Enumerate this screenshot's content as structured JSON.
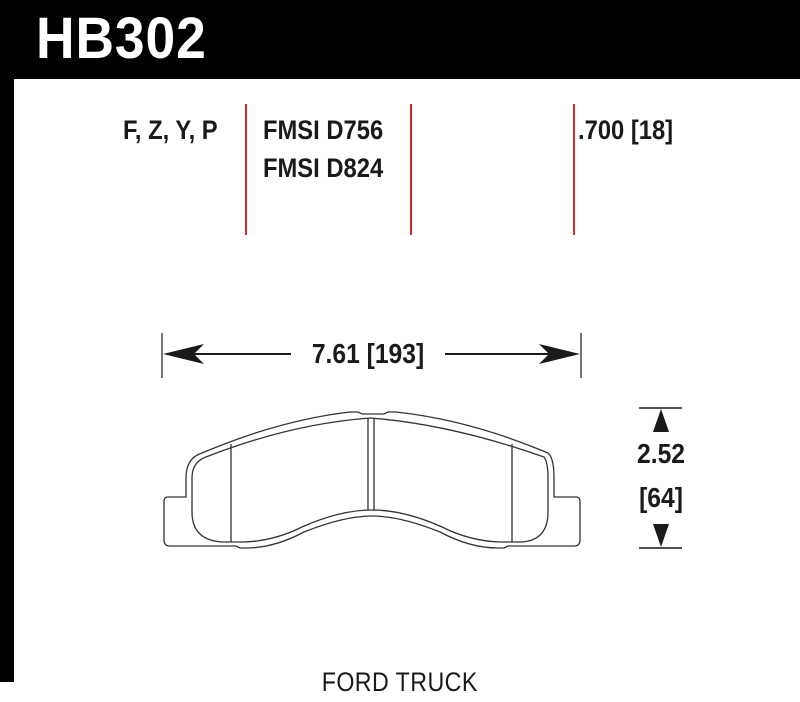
{
  "header": {
    "part_number": "HB302"
  },
  "specs": {
    "compounds": "F, Z, Y, P",
    "fmsi": [
      "FMSI D756",
      "FMSI D824"
    ],
    "thickness": ".700 [18]"
  },
  "dimensions": {
    "width": "7.61 [193]",
    "height_in": "2.52",
    "height_mm": "[64]"
  },
  "footer": {
    "application": "FORD TRUCK"
  },
  "colors": {
    "header_bg": "#000000",
    "divider_red": "#d9242c",
    "text": "#1a1a1a"
  }
}
